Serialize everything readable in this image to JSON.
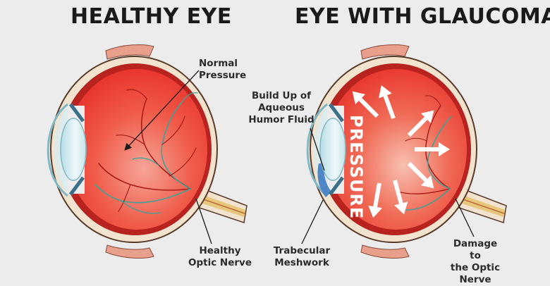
{
  "titles": {
    "left": "HEALTHY EYE",
    "right": "EYE WITH GLAUCOMA"
  },
  "labels": {
    "normal_pressure": "Normal\nPressure",
    "healthy_optic_nerve": "Healthy\nOptic Nerve",
    "build_up": "Build Up of\nAqueous\nHumor Fluid",
    "trabecular": "Trabecular\nMeshwork",
    "damage": "Damage to\nthe Optic\nNerve",
    "pressure_word": "PRESSURE"
  },
  "colors": {
    "background": "#ececec",
    "sclera": "#f2e3cf",
    "sclera_outline": "#5a3b2a",
    "retina": "#b8231f",
    "vitreous": "#ef3b32",
    "vitreous_light": "#f7b3a6",
    "lens": "#cde9f0",
    "cornea": "#9fd3df",
    "nerve": "#e7c77c",
    "vessel_red": "#a81c18",
    "vessel_teal": "#3aa39c",
    "arrow": "#ffffff",
    "fluid": "#4f86c8"
  }
}
